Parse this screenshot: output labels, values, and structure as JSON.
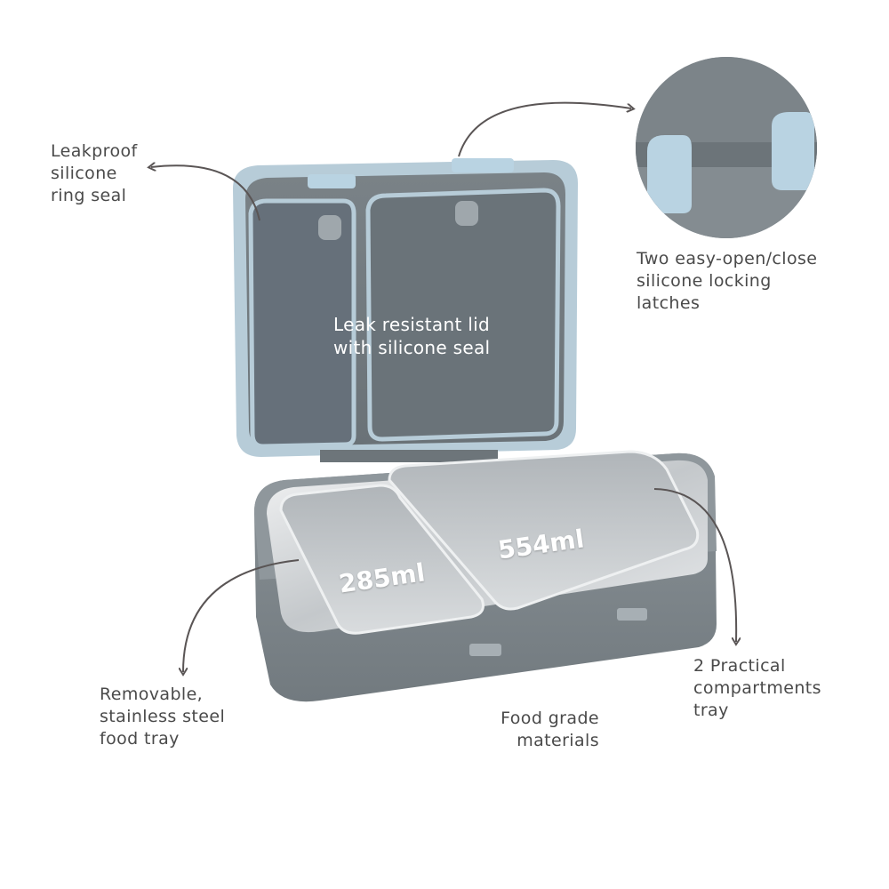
{
  "labels": {
    "leakproof_seal": "Leakproof\nsilicone\nring seal",
    "latches": "Two easy-open/close\nsilicone locking\nlatches",
    "lid": "Leak resistant lid\nwith silicone seal",
    "removable_tray": "Removable,\nstainless steel\nfood tray",
    "food_grade": "Food grade\nmaterials",
    "compartments": "2 Practical\ncompartments\ntray"
  },
  "capacities": {
    "small": "285ml",
    "large": "554ml"
  },
  "colors": {
    "text": "#4a4a4a",
    "body_gray": "#7e868c",
    "lid_gray": "#6f777c",
    "latch_blue": "#b9d3e2",
    "steel": "#d6d8da",
    "arrow": "#5a5555"
  }
}
